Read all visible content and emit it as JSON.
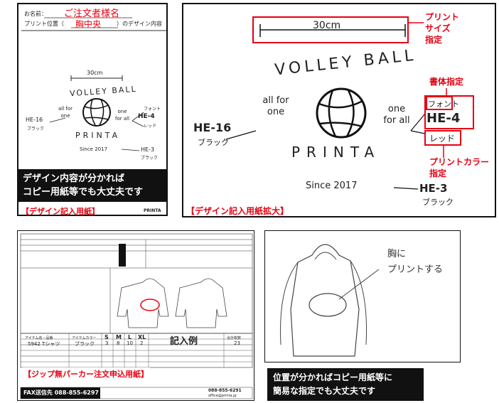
{
  "panel1": {
    "name_label": "お名前：",
    "name_value": "ご注文者様名",
    "position_label": "プリント位置（",
    "position_value": "胸中央",
    "position_suffix": "）のデザイン内容",
    "size": "30cm",
    "arc_top": "VOLLEY BALL",
    "arc_bottom": "PRINTA",
    "left_small": "all for one",
    "right_small": "one for all",
    "he16": "HE-16",
    "he16_color": "ブラック",
    "font": "フォント",
    "he4": "HE-4",
    "he4_color": "レッド",
    "since": "Since 2017",
    "he3": "HE-3",
    "he3_color": "ブラック",
    "black_caption_line1": "デザイン内容が分かれば",
    "black_caption_line2": "コピー用紙等でも大丈夫です",
    "footer_caption": "【デザイン記入用紙】",
    "logo": "PRINTA"
  },
  "panel2": {
    "size": "30cm",
    "arc_top": "VOLLEY BALL",
    "arc_bottom": "PRINTA",
    "left_small": "all for one",
    "right_small": "one for all",
    "he16": "HE-16",
    "he16_color": "ブラック",
    "font": "フォント",
    "he4": "HE-4",
    "he4_color": "レッド",
    "since": "Since 2017",
    "he3": "HE-3",
    "he3_color": "ブラック",
    "label_print_size": "プリント\nサイズ\n指定",
    "label_font": "書体指定",
    "label_color": "プリントカラー\n指定",
    "footer_caption": "【デザイン記入用紙拡大】"
  },
  "panel3": {
    "example": "記入例",
    "row1_item": "5942 Tシャツ",
    "row1_color": "ブラック",
    "size_headers": [
      "S",
      "M",
      "L",
      "XL"
    ],
    "row1_sizes": [
      "3",
      "8",
      "10",
      "2"
    ],
    "total": "23",
    "item_header": "アイテム名・品番",
    "color_header": "アイテムカラー",
    "total_header": "合計枚数",
    "caption": "【ジップ無パーカー注文申込用紙】",
    "fax": "FAX送信先 088-855-6297",
    "phone": "088-855-6291",
    "email": "office@printa.jp"
  },
  "panel4": {
    "note": "胸に\nプリントする",
    "caption_line1": "位置が分かればコピー用紙等に",
    "caption_line2": "簡易な指定でも大丈夫です"
  },
  "colors": {
    "accent_red": "#e60012",
    "black": "#111111"
  }
}
